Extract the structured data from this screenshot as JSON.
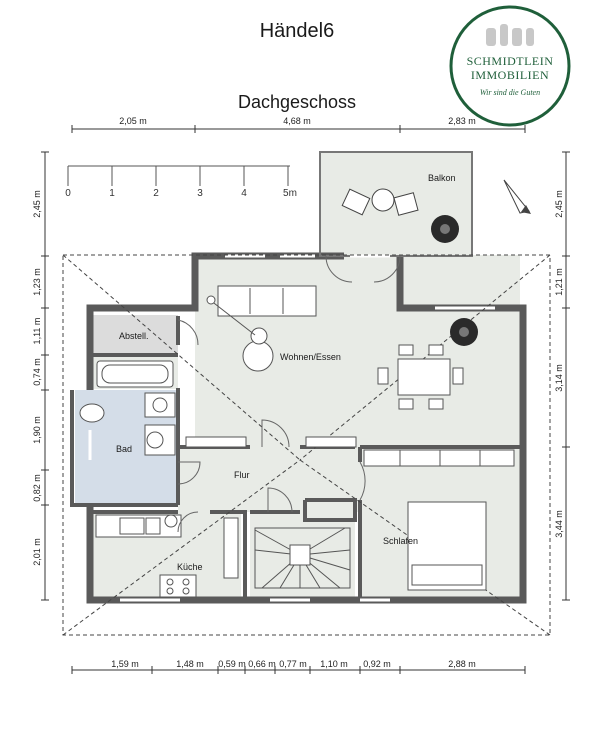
{
  "header": {
    "title": "Händel6",
    "floor": "Dachgeschoss"
  },
  "logo": {
    "name_line1": "SCHMIDTLEIN",
    "name_line2": "IMMOBILIEN",
    "slogan": "Wir sind die Guten",
    "accent_color": "#1f5f3a"
  },
  "rooms": {
    "balkon": "Balkon",
    "abstell": "Abstell.",
    "wohnen": "Wohnen/Essen",
    "bad": "Bad",
    "flur": "Flur",
    "kueche": "Küche",
    "schlafen": "Schlafen"
  },
  "dimensions": {
    "top": [
      "2,05 m",
      "4,68 m",
      "2,83 m"
    ],
    "bottom": [
      "1,59 m",
      "1,48 m",
      "0,59 m",
      "0,66 m",
      "0,77 m",
      "1,10 m",
      "0,92 m",
      "2,88 m"
    ],
    "left": [
      "2,45 m",
      "1,23 m",
      "1,11 m",
      "0,74 m",
      "1,90 m",
      "0,82 m",
      "2,01 m"
    ],
    "right": [
      "2,45 m",
      "1,21 m",
      "3,14 m",
      "3,44 m"
    ]
  },
  "scale_bar": {
    "ticks": [
      "0",
      "1",
      "2",
      "3",
      "4",
      "5m"
    ]
  },
  "colors": {
    "floor": "#e8ebe6",
    "bath_floor": "#d4dde8",
    "storage_floor": "#dcdcdc",
    "wall": "#5a5a5a"
  }
}
